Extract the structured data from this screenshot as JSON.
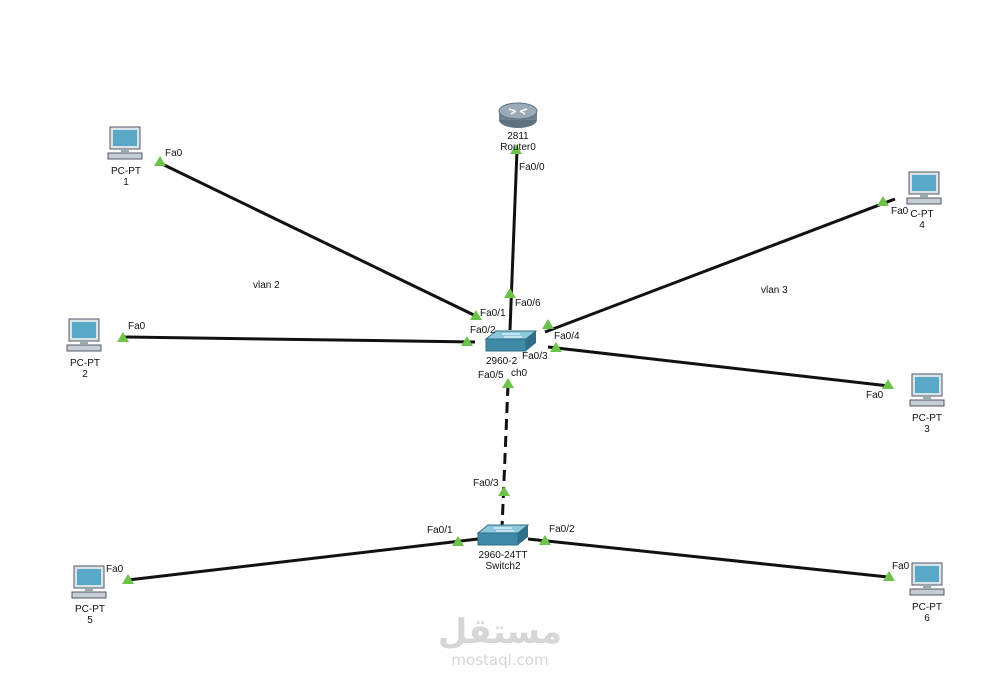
{
  "colors": {
    "link": "#111111",
    "port_triangle": "#6cc24a",
    "switch_body": "#3f8aa6",
    "router_body": "#7f93a1",
    "pc_screen": "#59a8c8"
  },
  "devices": {
    "router0": {
      "model": "2811",
      "name": "Router0",
      "icon": "router-icon"
    },
    "switch0": {
      "model": "2960-2",
      "name": "ch0",
      "icon": "switch-icon"
    },
    "switch2": {
      "model": "2960-24TT",
      "name": "Switch2",
      "icon": "switch-icon"
    },
    "pc1": {
      "type": "PC-PT",
      "num": "1",
      "icon": "pc-icon"
    },
    "pc2": {
      "type": "PC-PT",
      "num": "2",
      "icon": "pc-icon"
    },
    "pc3": {
      "type": "PC-PT",
      "num": "3",
      "icon": "pc-icon"
    },
    "pc4": {
      "type": "C-PT",
      "num": "4",
      "icon": "pc-icon"
    },
    "pc5": {
      "type": "PC-PT",
      "num": "5",
      "icon": "pc-icon"
    },
    "pc6": {
      "type": "PC-PT",
      "num": "6",
      "icon": "pc-icon"
    }
  },
  "ports": {
    "pc1": "Fa0",
    "pc2": "Fa0",
    "pc3": "Fa0",
    "pc4": "Fa0",
    "pc5": "Fa0",
    "pc6": "Fa0",
    "router0": "Fa0/0",
    "sw0_fa01": "Fa0/1",
    "sw0_fa02": "Fa0/2",
    "sw0_fa03": "Fa0/3",
    "sw0_fa04": "Fa0/4",
    "sw0_fa05": "Fa0/5",
    "sw0_fa06": "Fa0/6",
    "sw2_fa01": "Fa0/1",
    "sw2_fa02": "Fa0/2",
    "sw2_fa03": "Fa0/3"
  },
  "annotations": {
    "vlan2": "vlan 2",
    "vlan3": "vlan 3"
  },
  "watermark": {
    "arabic": "مستقل",
    "latin": "mostaql.com"
  }
}
